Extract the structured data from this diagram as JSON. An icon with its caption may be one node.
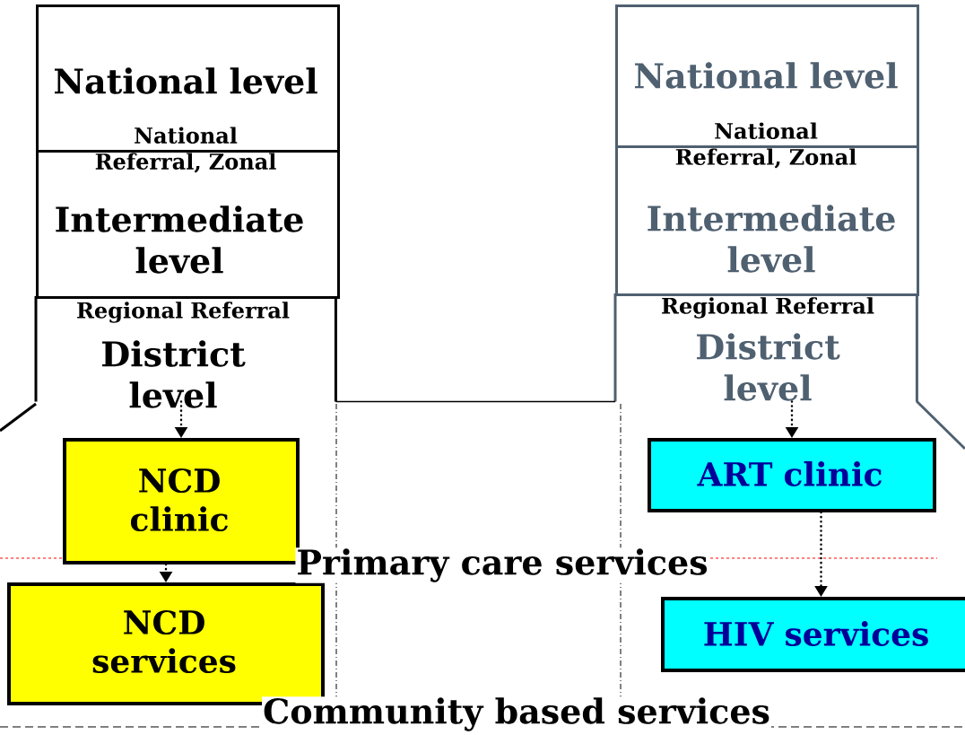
{
  "diagram": {
    "nodes": [
      {
        "text": [
          "National level",
          "National Referral, Zonal"
        ]
      },
      {
        "text": [
          "Intermediate level"
        ]
      },
      {
        "text": [
          "Regional Referral",
          "District level"
        ]
      },
      {
        "text": [
          "NCD clinic"
        ]
      },
      {
        "text": [
          "NCD services"
        ]
      },
      {
        "text": [
          "National level",
          "National Referral, Zonal"
        ]
      },
      {
        "text": [
          "Intermediate level"
        ]
      },
      {
        "text": [
          "Regional Referral",
          "District level"
        ]
      },
      {
        "text": [
          "ART clinic"
        ]
      },
      {
        "text": [
          "HIV services"
        ]
      }
    ],
    "edges": [
      {
        "from": 2,
        "to": 3,
        "arrow": "to",
        "style": "dashed"
      },
      {
        "from": 3,
        "to": 4,
        "arrow": "to",
        "style": "dashed"
      },
      {
        "from": 2,
        "to": 7,
        "arrow": "none"
      },
      {
        "from": 7,
        "to": 8,
        "arrow": "to",
        "style": "dashed"
      },
      {
        "from": 8,
        "to": 9,
        "arrow": "to",
        "style": "dashed"
      }
    ],
    "labels": [
      "Primary care services",
      "Community based  services"
    ]
  }
}
